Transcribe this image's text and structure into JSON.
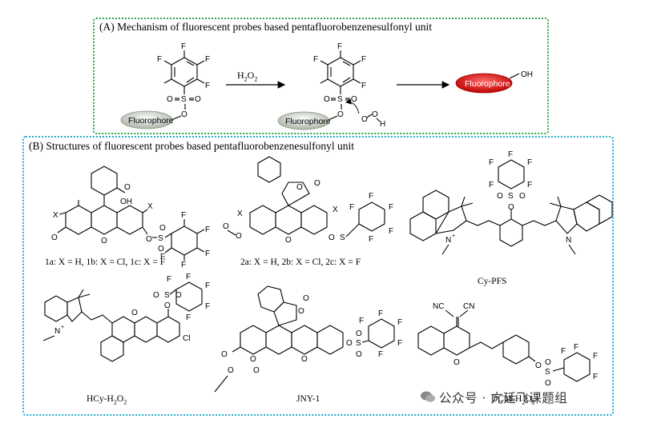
{
  "panelA": {
    "title": "(A) Mechanism of fluorescent probes based pentafluorobenzenesulfonyl unit",
    "reagent_h": "H",
    "reagent_2": "2",
    "reagent_o": "O",
    "fluorophore_label": "Fluorophore",
    "oh_label": "OH"
  },
  "panelB": {
    "title": "(B) Structures of fluorescent probes based pentafluorobenzenesulfonyl unit",
    "labels": {
      "p1": "1a: X = H, 1b: X = Cl, 1c: X = F",
      "p2": "2a: X = H, 2b: X = Cl, 2c: X = F",
      "p3": "Cy-PFS",
      "p4_main": "HCy-H",
      "p4_sub1": "2",
      "p4_mid": "O",
      "p4_sub2": "2",
      "p5": "JNY-1",
      "p6_main": "DCM-H",
      "p6_sub1": "2",
      "p6_mid": "O",
      "p6_sub2": "2"
    }
  },
  "watermark": "公众号 · 亢延飞课题组",
  "colors": {
    "panelA_border": "#2fa34a",
    "panelB_border": "#2aa7d6",
    "fluorophore_gray": "#c9d3c4",
    "fluorophore_red": "#e0161e"
  }
}
